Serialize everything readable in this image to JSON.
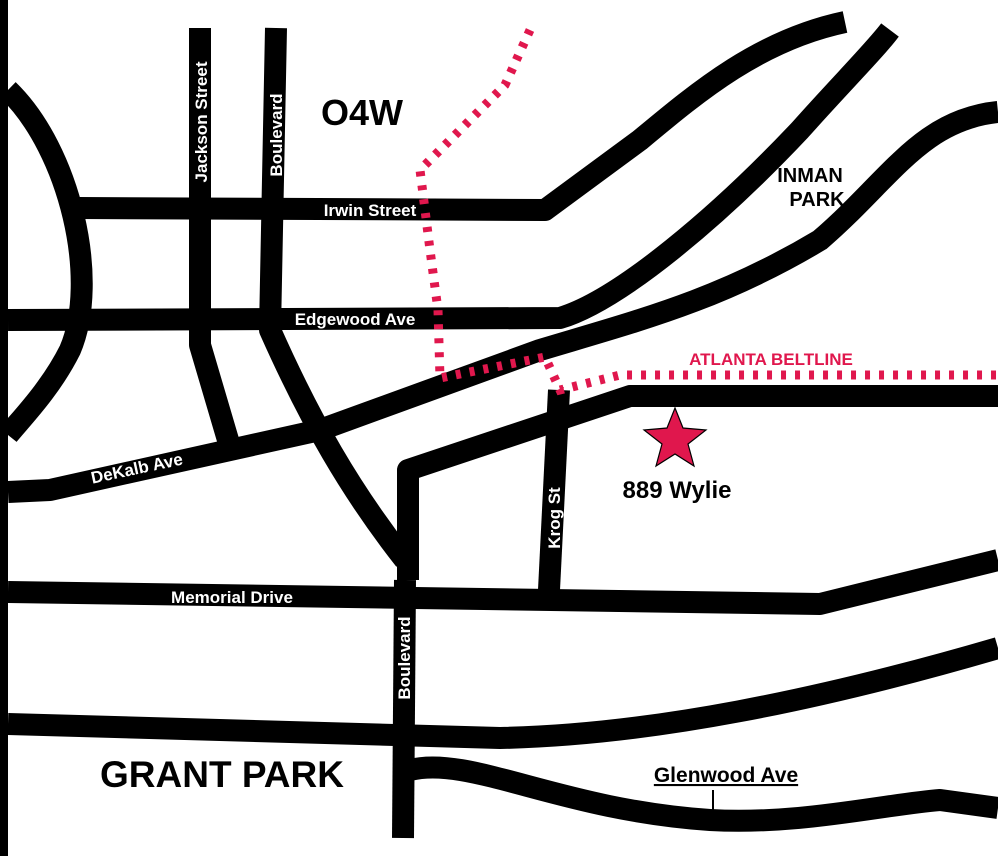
{
  "map": {
    "neighborhoods": {
      "o4w": "O4W",
      "inman_park_line1": "INMAN",
      "inman_park_line2": "PARK",
      "grant_park": "GRANT PARK"
    },
    "streets": {
      "jackson_street": "Jackson Street",
      "boulevard_north": "Boulevard",
      "irwin_street": "Irwin Street",
      "edgewood_ave": "Edgewood Ave",
      "dekalb_ave_east": "DeKalb Ave",
      "dekalb_ave_west": "DeKalb Ave",
      "krog_st": "Krog St",
      "memorial_drive": "Memorial Drive",
      "boulevard_south": "Boulevard",
      "glenwood_ave": "Glenwood Ave"
    },
    "beltline_label": "ATLANTA BELTLINE",
    "marker": {
      "label": "889 Wylie",
      "icon": "star-icon",
      "color": "#e0174d"
    },
    "colors": {
      "road": "#000000",
      "background": "#ffffff",
      "beltline": "#e0174d"
    }
  }
}
